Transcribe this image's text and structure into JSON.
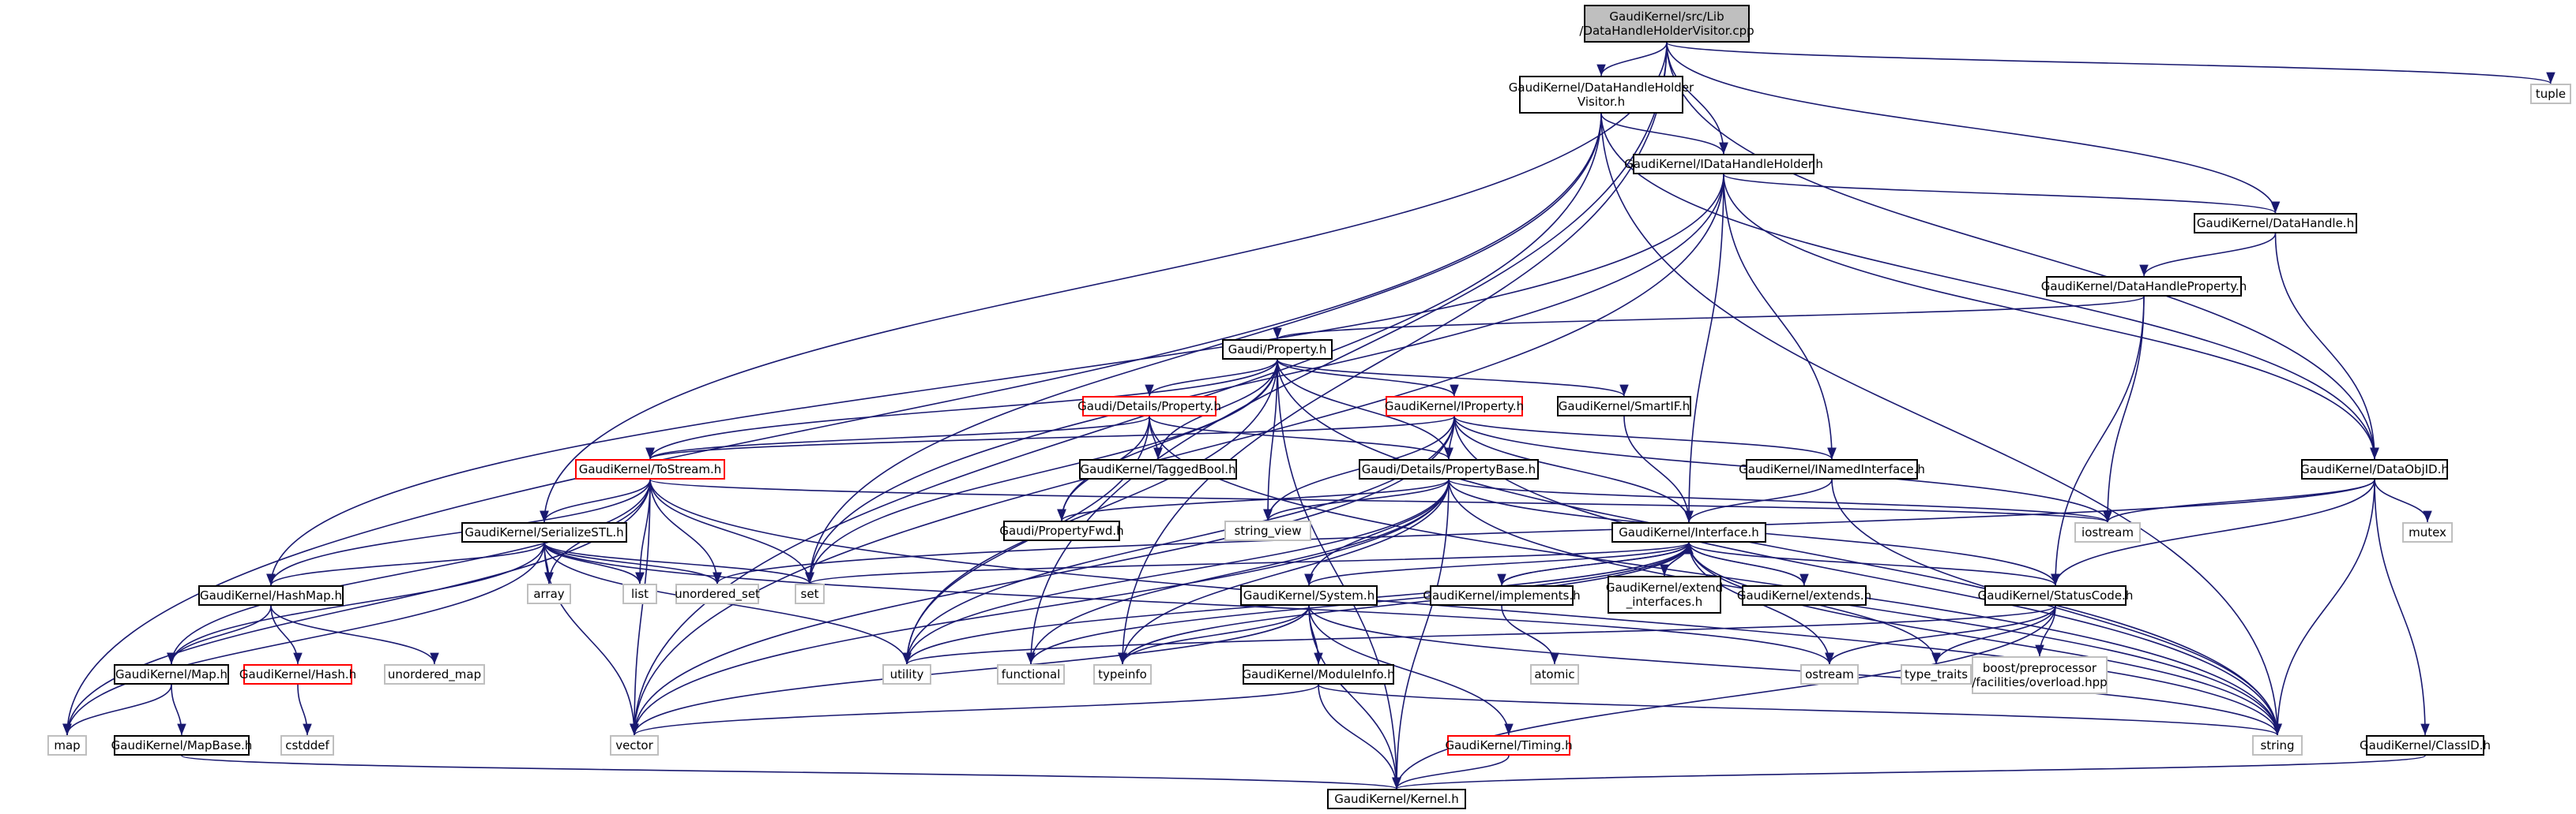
{
  "colors": {
    "edge": "#191970",
    "node_border": "#000000",
    "system_border": "#bfbfbf",
    "incomplete_border": "#ff0000",
    "root_fill": "#bfbfbf"
  },
  "nodes": [
    {
      "id": "root",
      "label": "GaudiKernel/src/Lib\n/DataHandleHolderVisitor.cpp",
      "kind": "root"
    },
    {
      "id": "tuple",
      "label": "tuple",
      "kind": "sys"
    },
    {
      "id": "dhhv",
      "label": "GaudiKernel/DataHandleHolder\nVisitor.h",
      "kind": "link"
    },
    {
      "id": "idhh",
      "label": "GaudiKernel/IDataHandleHolder.h",
      "kind": "link"
    },
    {
      "id": "dh",
      "label": "GaudiKernel/DataHandle.h",
      "kind": "link"
    },
    {
      "id": "dhp",
      "label": "GaudiKernel/DataHandleProperty.h",
      "kind": "link"
    },
    {
      "id": "gprop",
      "label": "Gaudi/Property.h",
      "kind": "link"
    },
    {
      "id": "gdprop",
      "label": "Gaudi/Details/Property.h",
      "kind": "red"
    },
    {
      "id": "iprop",
      "label": "GaudiKernel/IProperty.h",
      "kind": "red"
    },
    {
      "id": "sif",
      "label": "GaudiKernel/SmartIF.h",
      "kind": "link"
    },
    {
      "id": "tb",
      "label": "GaudiKernel/TaggedBool.h",
      "kind": "link"
    },
    {
      "id": "inamed",
      "label": "GaudiKernel/INamedInterface.h",
      "kind": "link"
    },
    {
      "id": "doid",
      "label": "GaudiKernel/DataObjID.h",
      "kind": "link"
    },
    {
      "id": "tostream",
      "label": "GaudiKernel/ToStream.h",
      "kind": "red"
    },
    {
      "id": "pb",
      "label": "Gaudi/Details/PropertyBase.h",
      "kind": "link"
    },
    {
      "id": "sstl",
      "label": "GaudiKernel/SerializeSTL.h",
      "kind": "link"
    },
    {
      "id": "pfwd",
      "label": "Gaudi/PropertyFwd.h",
      "kind": "link"
    },
    {
      "id": "sview",
      "label": "string_view",
      "kind": "sys"
    },
    {
      "id": "iface",
      "label": "GaudiKernel/Interface.h",
      "kind": "link"
    },
    {
      "id": "iostream",
      "label": "iostream",
      "kind": "sys"
    },
    {
      "id": "mutex",
      "label": "mutex",
      "kind": "sys"
    },
    {
      "id": "array",
      "label": "array",
      "kind": "sys"
    },
    {
      "id": "list",
      "label": "list",
      "kind": "sys"
    },
    {
      "id": "uset",
      "label": "unordered_set",
      "kind": "sys"
    },
    {
      "id": "set",
      "label": "set",
      "kind": "sys"
    },
    {
      "id": "sys",
      "label": "GaudiKernel/System.h",
      "kind": "link"
    },
    {
      "id": "impl",
      "label": "GaudiKernel/implements.h",
      "kind": "link"
    },
    {
      "id": "extif",
      "label": "GaudiKernel/extend\n_interfaces.h",
      "kind": "link"
    },
    {
      "id": "extends",
      "label": "GaudiKernel/extends.h",
      "kind": "link"
    },
    {
      "id": "sc",
      "label": "GaudiKernel/StatusCode.h",
      "kind": "link"
    },
    {
      "id": "hashmap",
      "label": "GaudiKernel/HashMap.h",
      "kind": "link"
    },
    {
      "id": "map_h",
      "label": "GaudiKernel/Map.h",
      "kind": "link"
    },
    {
      "id": "hash",
      "label": "GaudiKernel/Hash.h",
      "kind": "red"
    },
    {
      "id": "umap",
      "label": "unordered_map",
      "kind": "sys"
    },
    {
      "id": "utility",
      "label": "utility",
      "kind": "sys"
    },
    {
      "id": "functional",
      "label": "functional",
      "kind": "sys"
    },
    {
      "id": "typeinfo",
      "label": "typeinfo",
      "kind": "sys"
    },
    {
      "id": "modinfo",
      "label": "GaudiKernel/ModuleInfo.h",
      "kind": "link"
    },
    {
      "id": "atomic",
      "label": "atomic",
      "kind": "sys"
    },
    {
      "id": "ostream",
      "label": "ostream",
      "kind": "sys"
    },
    {
      "id": "ttraits",
      "label": "type_traits",
      "kind": "sys"
    },
    {
      "id": "boost",
      "label": "boost/preprocessor\n/facilities/overload.hpp",
      "kind": "sys"
    },
    {
      "id": "map",
      "label": "map",
      "kind": "sys"
    },
    {
      "id": "mapbase",
      "label": "GaudiKernel/MapBase.h",
      "kind": "link"
    },
    {
      "id": "cstddef",
      "label": "cstddef",
      "kind": "sys"
    },
    {
      "id": "vector",
      "label": "vector",
      "kind": "sys"
    },
    {
      "id": "timing",
      "label": "GaudiKernel/Timing.h",
      "kind": "red"
    },
    {
      "id": "string",
      "label": "string",
      "kind": "sys"
    },
    {
      "id": "classid",
      "label": "GaudiKernel/ClassID.h",
      "kind": "link"
    },
    {
      "id": "kernel",
      "label": "GaudiKernel/Kernel.h",
      "kind": "link"
    }
  ],
  "edges": [
    [
      "root",
      "dhhv"
    ],
    [
      "root",
      "idhh"
    ],
    [
      "root",
      "dh"
    ],
    [
      "root",
      "doid"
    ],
    [
      "root",
      "tuple"
    ],
    [
      "root",
      "sstl"
    ],
    [
      "root",
      "typeinfo"
    ],
    [
      "root",
      "functional"
    ],
    [
      "dhhv",
      "idhh"
    ],
    [
      "dhhv",
      "doid"
    ],
    [
      "dhhv",
      "set"
    ],
    [
      "dhhv",
      "map"
    ],
    [
      "dhhv",
      "vector"
    ],
    [
      "dhhv",
      "string"
    ],
    [
      "idhh",
      "dh"
    ],
    [
      "idhh",
      "doid"
    ],
    [
      "idhh",
      "inamed"
    ],
    [
      "idhh",
      "iface"
    ],
    [
      "idhh",
      "hashmap"
    ],
    [
      "idhh",
      "set"
    ],
    [
      "idhh",
      "vector"
    ],
    [
      "dh",
      "dhp"
    ],
    [
      "dh",
      "doid"
    ],
    [
      "dhp",
      "gprop"
    ],
    [
      "dhp",
      "iostream"
    ],
    [
      "dhp",
      "sc"
    ],
    [
      "gprop",
      "gdprop"
    ],
    [
      "gprop",
      "iprop"
    ],
    [
      "gprop",
      "sif"
    ],
    [
      "gprop",
      "tb"
    ],
    [
      "gprop",
      "pb"
    ],
    [
      "gprop",
      "tostream"
    ],
    [
      "gprop",
      "pfwd"
    ],
    [
      "gprop",
      "sview"
    ],
    [
      "gprop",
      "utility"
    ],
    [
      "gprop",
      "string"
    ],
    [
      "gprop",
      "kernel"
    ],
    [
      "gprop",
      "set"
    ],
    [
      "gdprop",
      "tb"
    ],
    [
      "gdprop",
      "pfwd"
    ],
    [
      "gdprop",
      "tostream"
    ],
    [
      "gdprop",
      "pb"
    ],
    [
      "gdprop",
      "utility"
    ],
    [
      "gdprop",
      "string"
    ],
    [
      "iprop",
      "pb"
    ],
    [
      "iprop",
      "inamed"
    ],
    [
      "iprop",
      "iface"
    ],
    [
      "iprop",
      "tostream"
    ],
    [
      "iprop",
      "sview"
    ],
    [
      "iprop",
      "iostream"
    ],
    [
      "iprop",
      "string"
    ],
    [
      "iprop",
      "vector"
    ],
    [
      "iprop",
      "utility"
    ],
    [
      "sif",
      "iface"
    ],
    [
      "inamed",
      "iface"
    ],
    [
      "inamed",
      "string"
    ],
    [
      "doid",
      "iostream"
    ],
    [
      "doid",
      "mutex"
    ],
    [
      "doid",
      "sc"
    ],
    [
      "doid",
      "classid"
    ],
    [
      "doid",
      "string"
    ],
    [
      "doid",
      "uset"
    ],
    [
      "tostream",
      "sstl"
    ],
    [
      "tostream",
      "array"
    ],
    [
      "tostream",
      "list"
    ],
    [
      "tostream",
      "uset"
    ],
    [
      "tostream",
      "set"
    ],
    [
      "tostream",
      "map_h"
    ],
    [
      "tostream",
      "vector"
    ],
    [
      "tostream",
      "map"
    ],
    [
      "tostream",
      "iostream"
    ],
    [
      "tostream",
      "string"
    ],
    [
      "tostream",
      "hashmap"
    ],
    [
      "pb",
      "pfwd"
    ],
    [
      "pb",
      "sview"
    ],
    [
      "pb",
      "iostream"
    ],
    [
      "pb",
      "string"
    ],
    [
      "pb",
      "sys"
    ],
    [
      "pb",
      "sc"
    ],
    [
      "pb",
      "utility"
    ],
    [
      "pb",
      "functional"
    ],
    [
      "pb",
      "typeinfo"
    ],
    [
      "pb",
      "vector"
    ],
    [
      "pb",
      "kernel"
    ],
    [
      "sstl",
      "hashmap"
    ],
    [
      "sstl",
      "map_h"
    ],
    [
      "sstl",
      "array"
    ],
    [
      "sstl",
      "list"
    ],
    [
      "sstl",
      "uset"
    ],
    [
      "sstl",
      "set"
    ],
    [
      "sstl",
      "vector"
    ],
    [
      "sstl",
      "map"
    ],
    [
      "sstl",
      "utility"
    ],
    [
      "sstl",
      "ostream"
    ],
    [
      "iface",
      "impl"
    ],
    [
      "iface",
      "extif"
    ],
    [
      "iface",
      "extends"
    ],
    [
      "iface",
      "sc"
    ],
    [
      "iface",
      "sys"
    ],
    [
      "iface",
      "typeinfo"
    ],
    [
      "iface",
      "ostream"
    ],
    [
      "iface",
      "ttraits"
    ],
    [
      "iface",
      "functional"
    ],
    [
      "iface",
      "utility"
    ],
    [
      "iface",
      "string"
    ],
    [
      "iface",
      "set"
    ],
    [
      "impl",
      "iface"
    ],
    [
      "impl",
      "atomic"
    ],
    [
      "extif",
      "iface"
    ],
    [
      "extends",
      "iface"
    ],
    [
      "sys",
      "modinfo"
    ],
    [
      "sys",
      "timing"
    ],
    [
      "sys",
      "kernel"
    ],
    [
      "sys",
      "typeinfo"
    ],
    [
      "sys",
      "vector"
    ],
    [
      "sys",
      "string"
    ],
    [
      "sc",
      "boost"
    ],
    [
      "sc",
      "ttraits"
    ],
    [
      "sc",
      "ostream"
    ],
    [
      "sc",
      "utility"
    ],
    [
      "sc",
      "kernel"
    ],
    [
      "hashmap",
      "map_h"
    ],
    [
      "hashmap",
      "hash"
    ],
    [
      "hashmap",
      "umap"
    ],
    [
      "map_h",
      "map"
    ],
    [
      "map_h",
      "mapbase"
    ],
    [
      "hash",
      "cstddef"
    ],
    [
      "modinfo",
      "kernel"
    ],
    [
      "modinfo",
      "string"
    ],
    [
      "modinfo",
      "vector"
    ],
    [
      "timing",
      "kernel"
    ],
    [
      "mapbase",
      "kernel"
    ],
    [
      "classid",
      "kernel"
    ]
  ]
}
